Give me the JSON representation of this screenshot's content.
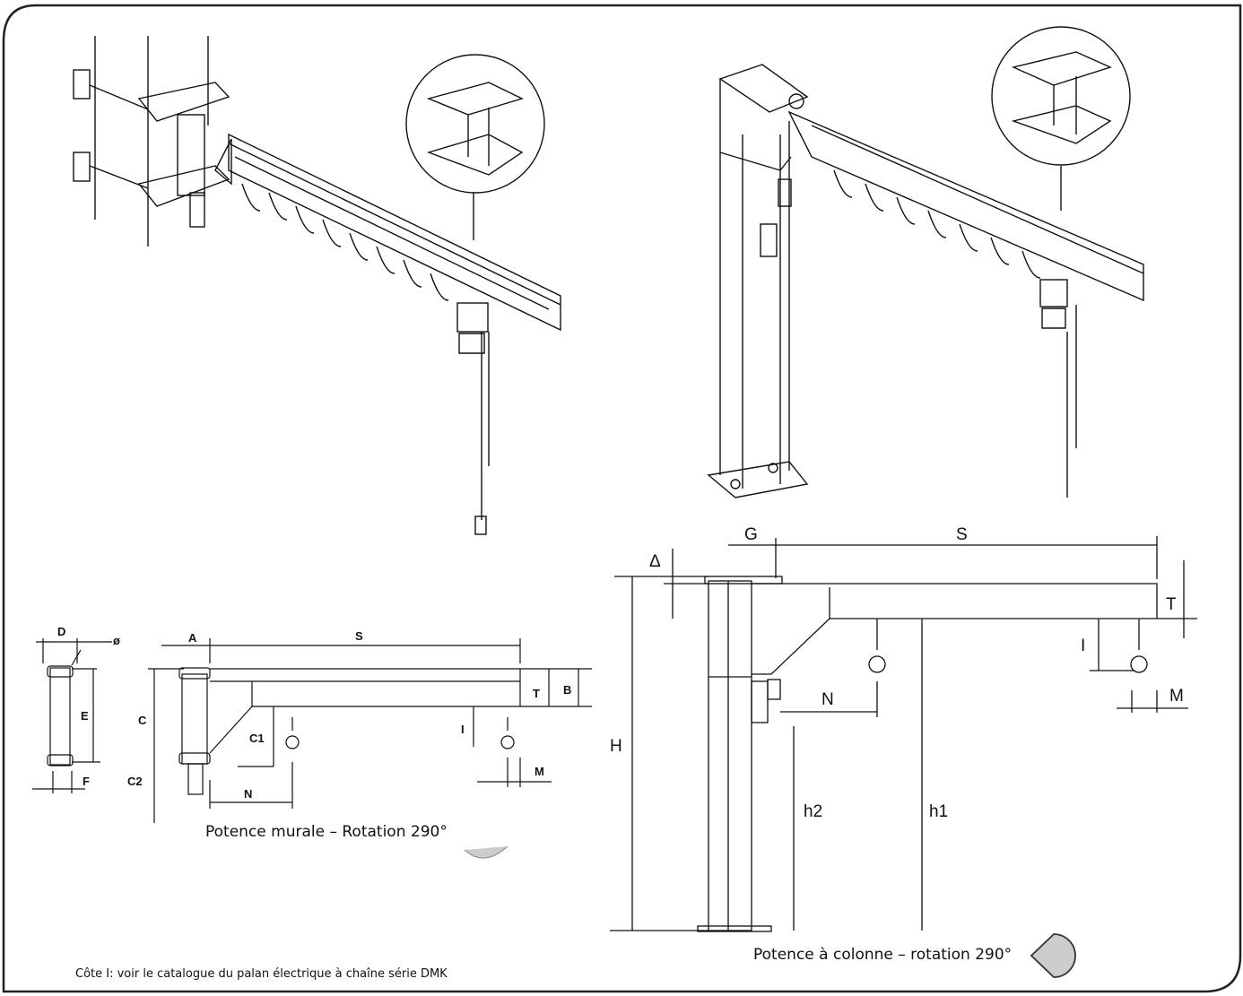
{
  "captions": {
    "wall": "Potence murale – Rotation 290°",
    "column": "Potence à colonne – rotation 290°",
    "footnote": "Côte I: voir le catalogue du palan électrique à chaîne série DMK"
  },
  "wall_dims": {
    "D": "D",
    "phi": "ø",
    "E": "E",
    "F": "F",
    "A": "A",
    "S": "S",
    "B": "B",
    "T": "T",
    "C": "C",
    "C1": "C1",
    "C2": "C2",
    "I": "I",
    "N": "N",
    "M": "M"
  },
  "column_dims": {
    "G": "G",
    "S": "S",
    "delta": "Δ",
    "T": "T",
    "I": "I",
    "N": "N",
    "M": "M",
    "H": "H",
    "h2": "h2",
    "h1": "h1"
  },
  "colors": {
    "line": "#111111",
    "frame": "#222222",
    "pac": "#cccccc"
  }
}
